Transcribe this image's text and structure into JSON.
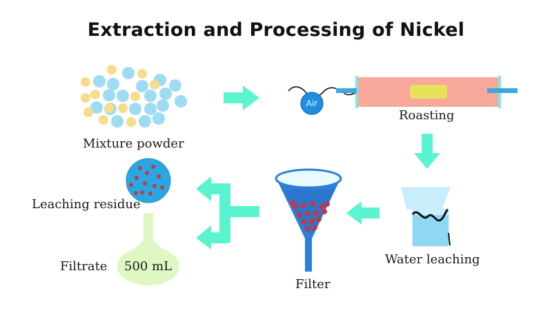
{
  "title": "Extraction and Processing of Nickel",
  "labels": {
    "mixture": "Mixture powder",
    "air": "Air",
    "roasting": "Roasting",
    "water_leaching": "Water leaching",
    "filter": "Filter",
    "leaching_residue": "Leaching residue",
    "filtrate": "Filtrate",
    "flask_volume": "500 mL"
  },
  "colors": {
    "arrow": "#3ef2c8",
    "powder_blue": "#9ddcf2",
    "powder_yellow": "#f7dc8a",
    "furnace": "#f7a89a",
    "sample_boat": "#e6e25c",
    "residue_dish": "#2aa6e0",
    "residue_particles": "#c0394a",
    "funnel_liquid": "#2f7fd6",
    "beaker_water": "#8fd8f4",
    "flask": "#dff7c2"
  },
  "icons": [
    "right-arrow-icon",
    "down-arrow-icon",
    "left-arrow-icon",
    "split-arrow-icon"
  ]
}
